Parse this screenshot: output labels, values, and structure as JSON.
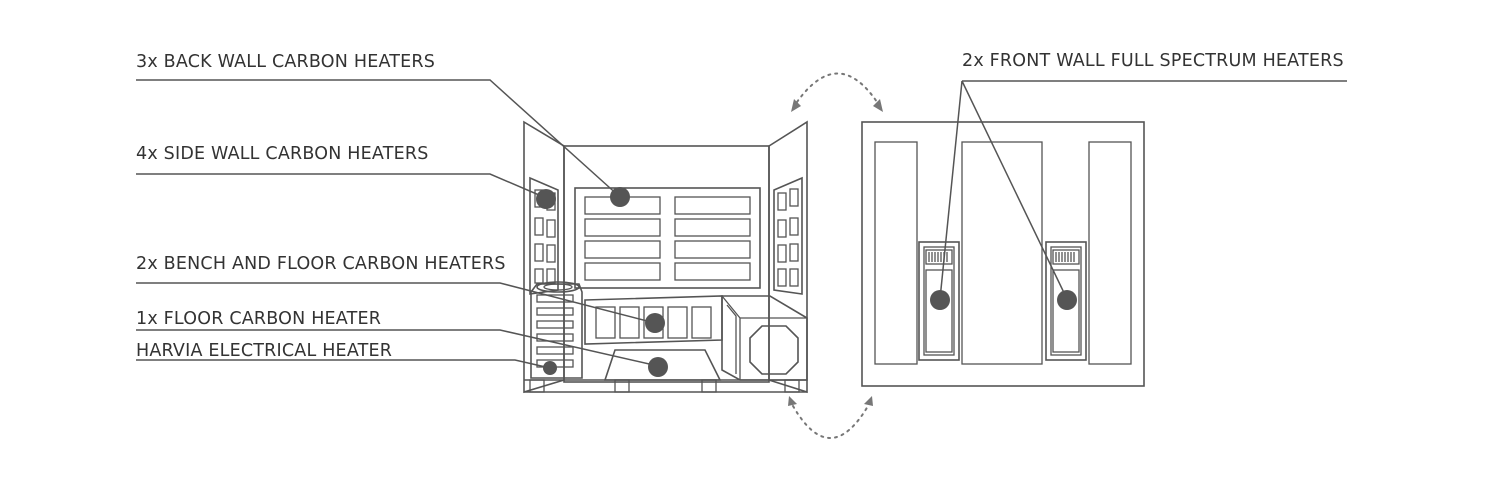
{
  "labels": {
    "back_wall": "3x BACK WALL CARBON HEATERS",
    "side_wall": "4x SIDE WALL CARBON HEATERS",
    "bench_floor": "2x BENCH AND FLOOR CARBON HEATERS",
    "floor": "1x FLOOR CARBON HEATER",
    "harvia": "HARVIA ELECTRICAL HEATER",
    "front_wall": "2x FRONT WALL FULL SPECTRUM HEATERS"
  },
  "colors": {
    "line": "#555555",
    "text": "#333333",
    "background": "#ffffff"
  }
}
